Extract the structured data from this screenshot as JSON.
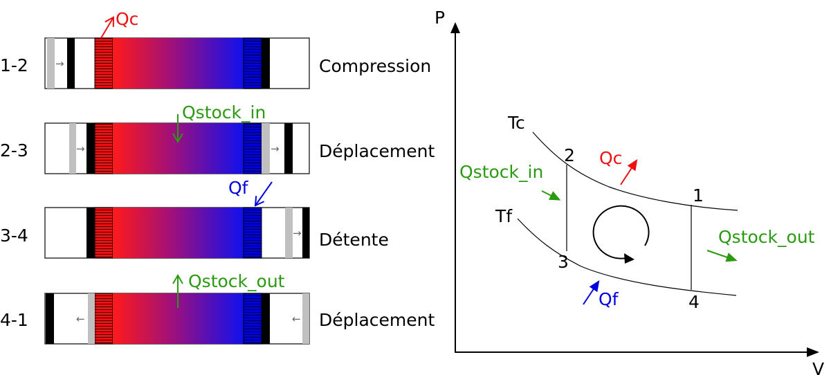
{
  "colors": {
    "hot": "#ee1111",
    "cold": "#0000dd",
    "storage": "#2a9a10",
    "piston": "#000000",
    "displacer": "#c0c0c0",
    "outline": "#333333"
  },
  "stages": [
    {
      "label": "1-2",
      "name": "Compression",
      "arrow": "→"
    },
    {
      "label": "2-3",
      "name": "Déplacement",
      "arrow": "→"
    },
    {
      "label": "3-4",
      "name": "Détente",
      "arrow": "→"
    },
    {
      "label": "4-1",
      "name": "Déplacement",
      "arrow": "←"
    }
  ],
  "cylinder_heat_labels": {
    "qc": "Qc",
    "qstock_in": "Qstock_in",
    "qf": "Qf",
    "qstock_out": "Qstock_out"
  },
  "pv_diagram": {
    "axis_p": "P",
    "axis_v": "V",
    "isotherm_hot": "Tc",
    "isotherm_cold": "Tf",
    "points": [
      "1",
      "2",
      "3",
      "4"
    ],
    "heat_qc": "Qc",
    "heat_qf": "Qf",
    "heat_stock_in": "Qstock_in",
    "heat_stock_out": "Qstock_out"
  }
}
